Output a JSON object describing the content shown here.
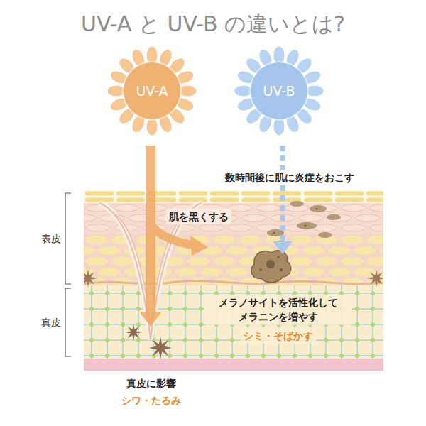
{
  "diagram": {
    "title": "UV-A と UV-B の違いとは?",
    "nodes": [
      {
        "text": [
          "UV-A"
        ]
      },
      {
        "text": [
          "UV-B"
        ]
      }
    ],
    "labels": [
      "数時間後に肌に炎症をおこす",
      "肌を黒くする",
      "メラノサイトを活性化して メラニンを増やす",
      "シミ・そばかす",
      "真皮に影響",
      "シワ・たるみ",
      "表皮",
      "真皮"
    ]
  }
}
